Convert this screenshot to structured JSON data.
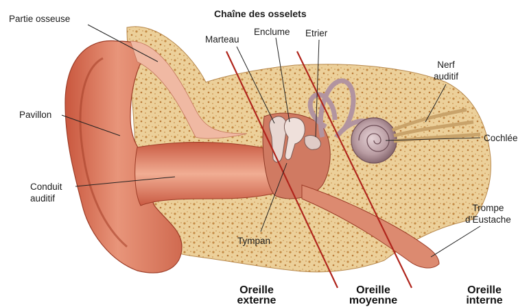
{
  "title": "Chaîne des osselets",
  "labels": {
    "partie_osseuse": "Partie osseuse",
    "pavillon": "Pavillon",
    "conduit_line1": "Conduit",
    "conduit_line2": "auditif",
    "marteau": "Marteau",
    "enclume": "Enclume",
    "etrier": "Etrier",
    "nerf_line1": "Nerf",
    "nerf_line2": "auditif",
    "cochlee": "Cochlée",
    "trompe_line1": "Trompe",
    "trompe_line2": "d’Eustache",
    "tympan": "Tympan"
  },
  "zones": {
    "externe": {
      "line1": "Oreille",
      "line2": "externe"
    },
    "moyenne": {
      "line1": "Oreille",
      "line2": "moyenne"
    },
    "interne": {
      "line1": "Oreille",
      "line2": "interne"
    }
  },
  "colors": {
    "divider": "#b0251c",
    "bone": "#e9c88c",
    "bone_spot": "#c9964e",
    "flesh": "#d9755a",
    "flesh_dark": "#a8432c",
    "flesh_light": "#f2b49a",
    "canal": "#e89a7e",
    "cochlea": "#b89aa0",
    "leader": "#222222"
  }
}
